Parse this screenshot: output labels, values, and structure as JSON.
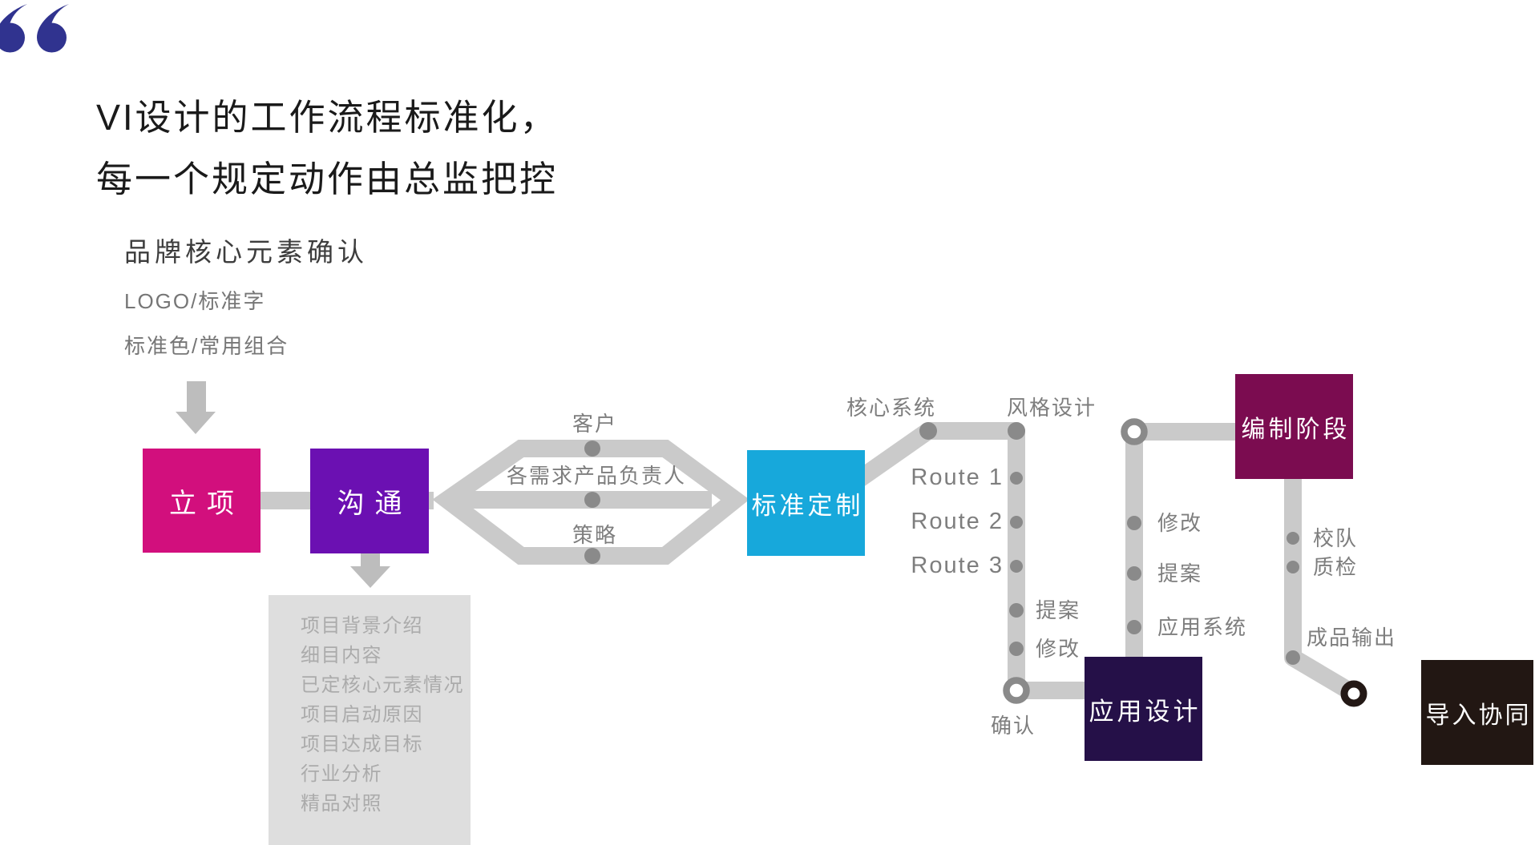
{
  "header": {
    "quote_color": "#30338f",
    "title_line1": "VI设计的工作流程标准化，",
    "title_line2": "每一个规定动作由总监把控"
  },
  "brand": {
    "heading": "品牌核心元素确认",
    "line1": "LOGO/标准字",
    "line2": "标准色/常用组合"
  },
  "flow": {
    "box_lixiang": {
      "label": "立项",
      "color": "#d20f7d"
    },
    "box_goutong": {
      "label": "沟通",
      "color": "#6b10b2"
    },
    "box_biaozhun": {
      "label": "标准定制",
      "color": "#17a8db"
    },
    "box_bianzhi": {
      "label": "编制阶段",
      "color": "#7b0c50"
    },
    "box_yingyong": {
      "label": "应用设计",
      "color": "#251048"
    },
    "box_daoru": {
      "label": "导入协同",
      "color": "#221713"
    },
    "hex": {
      "top": "客户",
      "middle": "各需求产品负责人",
      "bottom": "策略"
    },
    "labels": {
      "hexin_xitong": "核心系统",
      "fengge_sheji": "风格设计",
      "route1": "Route 1",
      "route2": "Route 2",
      "route3": "Route 3",
      "tian_1": "提案",
      "xiugai_1": "修改",
      "queren": "确认",
      "xiugai_2": "修改",
      "tian_2": "提案",
      "yingyong_xitong": "应用系统",
      "jiaodui": "校队",
      "zhijian": "质检",
      "chengpin_shuchu": "成品输出"
    }
  },
  "comm_details": {
    "items": [
      "项目背景介绍",
      "细目内容",
      "已定核心元素情况",
      "项目启动原因",
      "项目达成目标",
      "行业分析",
      "精品对照"
    ]
  },
  "palette": {
    "connector": "#cacaca",
    "arrow": "#bdbdbd",
    "dot": "#8a8a8a",
    "ring_dark": "#231815",
    "label_gray": "#7e7e7e",
    "list_bg": "#dedede",
    "list_text": "#ababab"
  }
}
